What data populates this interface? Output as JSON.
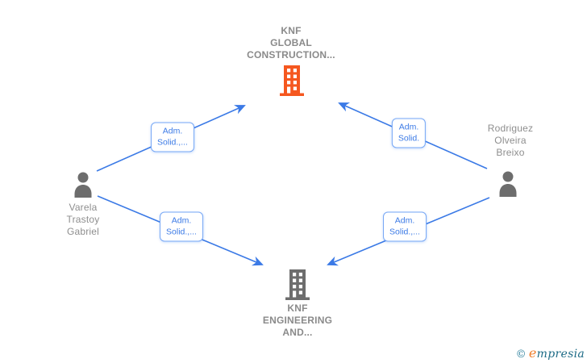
{
  "diagram": {
    "background": "#ffffff",
    "edge_color": "#3b7ae6",
    "nodes": {
      "company_top": {
        "type": "company",
        "name_lines": [
          "KNF",
          "GLOBAL",
          "CONSTRUCTION..."
        ],
        "icon": "building-icon",
        "icon_color": "#f5571f"
      },
      "company_bottom": {
        "type": "company",
        "name_lines": [
          "KNF",
          "ENGINEERING",
          "AND..."
        ],
        "icon": "building-icon",
        "icon_color": "#6d6d6d"
      },
      "person_left": {
        "type": "person",
        "name_lines": [
          "Varela",
          "Trastoy",
          "Gabriel"
        ],
        "icon": "person-icon",
        "icon_color": "#6d6d6d"
      },
      "person_right": {
        "type": "person",
        "name_lines": [
          "Rodriguez",
          "Olveira",
          "Breixo"
        ],
        "icon": "person-icon",
        "icon_color": "#6d6d6d"
      }
    },
    "edges": [
      {
        "from": "person_left",
        "to": "company_top",
        "label_lines": [
          "Adm.",
          "Solid.,..."
        ]
      },
      {
        "from": "person_right",
        "to": "company_top",
        "label_lines": [
          "Adm.",
          "Solid."
        ]
      },
      {
        "from": "person_left",
        "to": "company_bottom",
        "label_lines": [
          "Adm.",
          "Solid.,..."
        ]
      },
      {
        "from": "person_right",
        "to": "company_bottom",
        "label_lines": [
          "Adm.",
          "Solid.,..."
        ]
      }
    ]
  },
  "watermark": {
    "copyright_symbol": "©",
    "brand_initial": "e",
    "brand_rest": "mpresia"
  }
}
